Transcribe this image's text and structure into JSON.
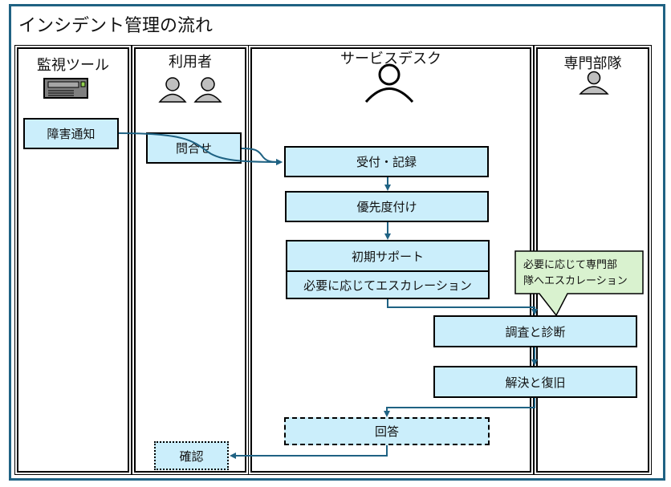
{
  "title": "インシデント管理の流れ",
  "lanes": [
    {
      "label": "監視ツール",
      "icon": "server-icon"
    },
    {
      "label": "利用者",
      "icon": "users-icon"
    },
    {
      "label": "サービスデスク",
      "icon": "person-outline-icon"
    },
    {
      "label": "専門部隊",
      "icon": "person-icon"
    }
  ],
  "steps": {
    "failure_notice": "障害通知",
    "inquiry": "問合せ",
    "reception": "受付・記録",
    "prioritize": "優先度付け",
    "initial_support": "初期サポート",
    "escalate_if_needed": "必要に応じてエスカレーション",
    "investigate": "調査と診断",
    "resolve": "解決と復旧",
    "answer": "回答",
    "confirm": "確認"
  },
  "callout": {
    "line1": "必要に応じて専門部",
    "line2": "隊へエスカレーション"
  },
  "colors": {
    "frame": "#1f6283",
    "box_fill": "#cbeefb",
    "callout_fill": "#d9f2cf",
    "arrow": "#1f6283",
    "icon_gray": "#bfbfbf"
  }
}
